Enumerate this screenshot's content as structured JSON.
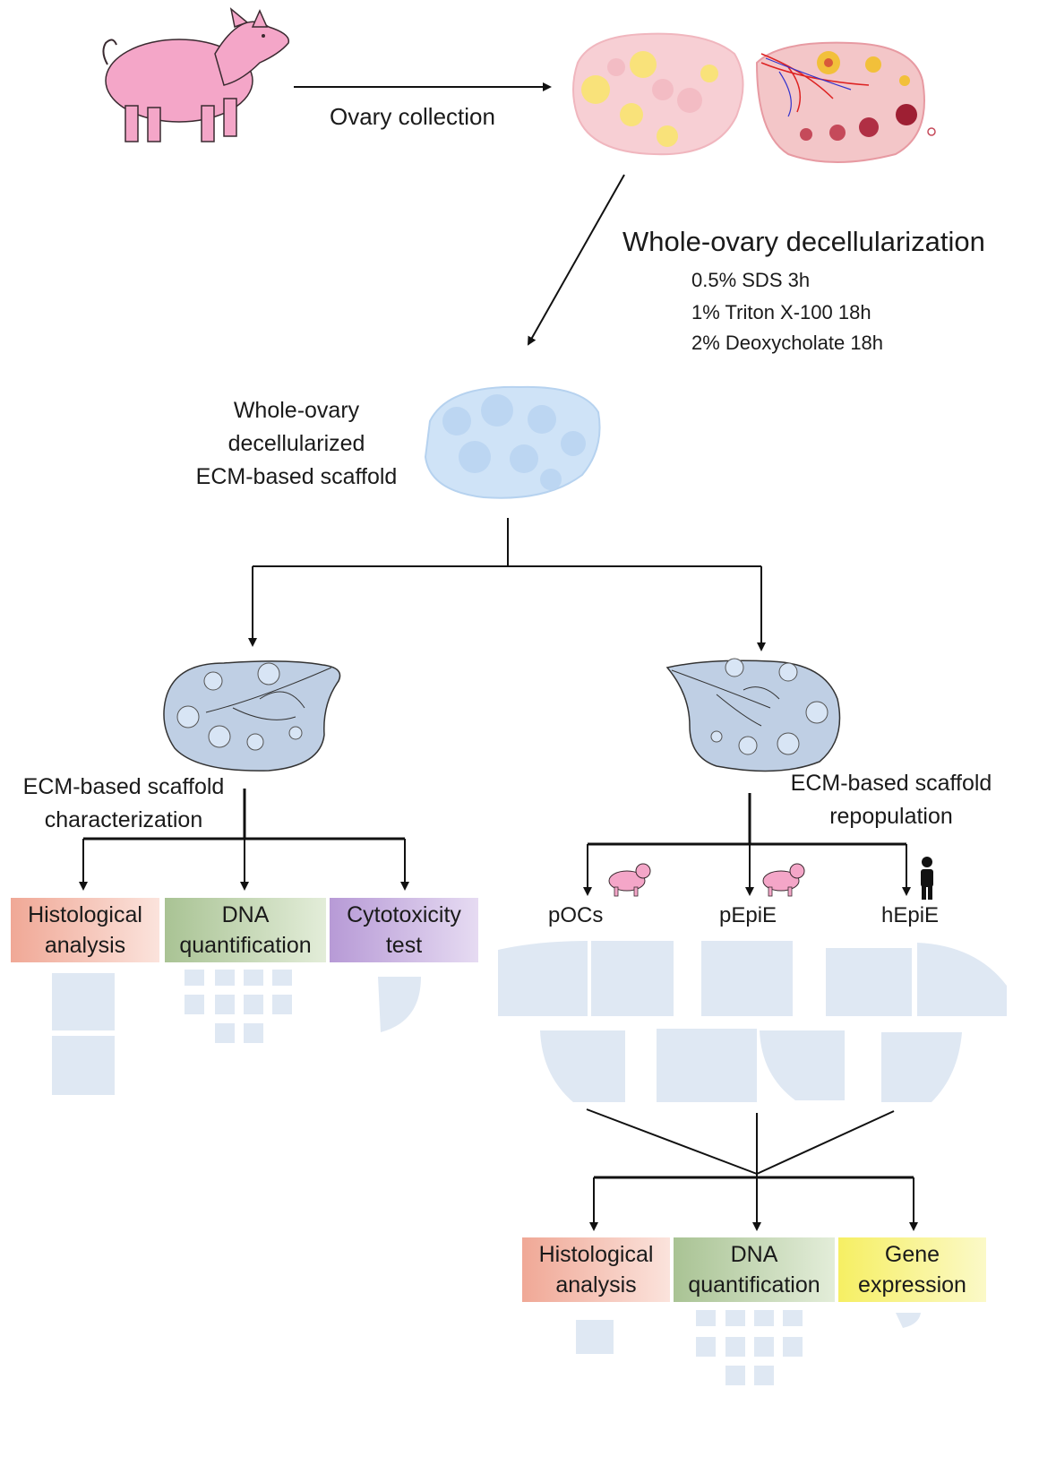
{
  "top": {
    "collection_label": "Ovary collection",
    "decell_title": "Whole-ovary decellularization",
    "decell_steps": [
      "0.5% SDS 3h",
      "1% Triton X-100 18h",
      "2% Deoxycholate 18h"
    ]
  },
  "scaffold_label": [
    "Whole-ovary",
    "decellularized",
    "ECM-based scaffold"
  ],
  "left_branch": {
    "title": [
      "ECM-based scaffold",
      "characterization"
    ],
    "boxes": [
      "Histological\nanalysis",
      "DNA\nquantification",
      "Cytotoxicity\ntest"
    ]
  },
  "right_branch": {
    "title": [
      "ECM-based scaffold",
      "repopulation"
    ],
    "cells": [
      "pOCs",
      "pEpiE",
      "hEpiE"
    ],
    "boxes": [
      "Histological\nanalysis",
      "DNA\nquantification",
      "Gene\nexpression"
    ]
  },
  "colors": {
    "pig": "#f4a6c8",
    "histology": "#f2b3a3",
    "dna": "#b9cfa6",
    "cytotoxicity": "#c5acdc",
    "gene_expression": "#f7f28a",
    "scaffold_blue": "#bcd3ee"
  },
  "icons": [
    "pig-icon",
    "ovary-icon",
    "decellularized-scaffold-icon",
    "human-icon"
  ]
}
